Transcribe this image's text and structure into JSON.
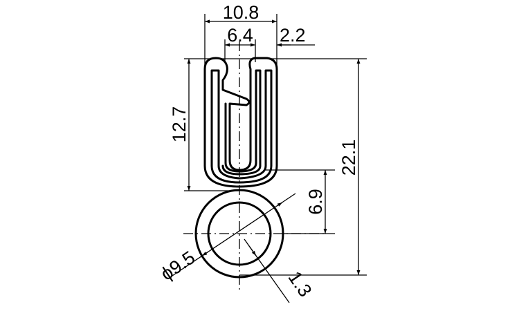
{
  "drawing": {
    "type": "edge trim profile with bulb seal",
    "colors": {
      "line": "#000000",
      "background": "#ffffff"
    },
    "dimensions": {
      "overall_width": "10.8",
      "slot_width": "6.4",
      "wall_thickness": "2.2",
      "clip_height": "12.7",
      "overall_height": "22.1",
      "bulb_center_offset": "6.9",
      "bulb_diameter": "ϕ9.5",
      "bulb_wall": "1.3"
    }
  }
}
